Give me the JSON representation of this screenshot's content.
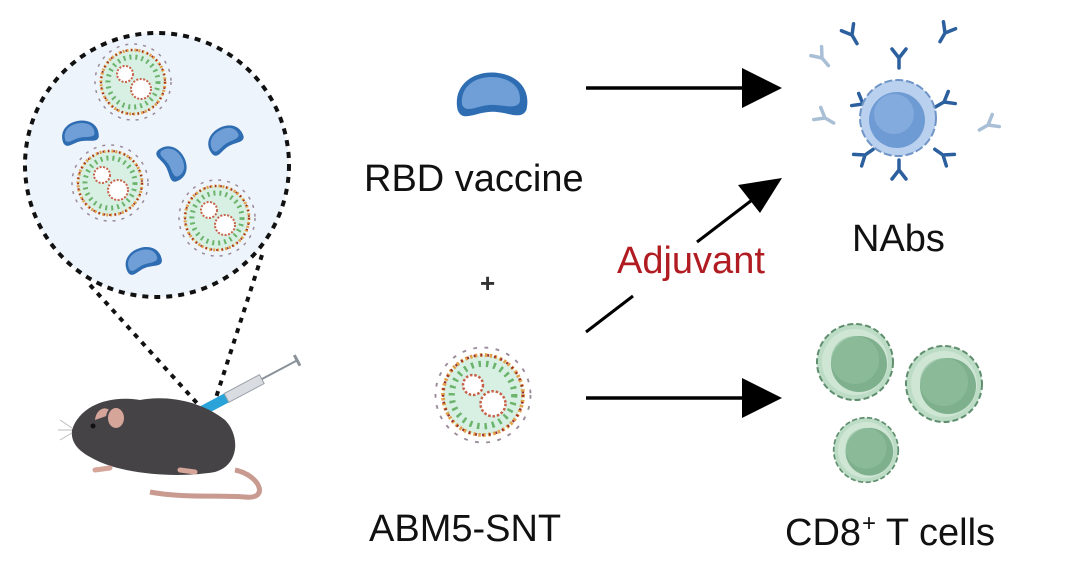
{
  "figure": {
    "components": {
      "vaccine": {
        "label": "RBD vaccine",
        "icon": "rbd-protein-icon"
      },
      "combiner": {
        "label": "+"
      },
      "adjuvant_particle": {
        "label": "ABM5-SNT",
        "icon": "nanoparticle-icon"
      },
      "pathway_label": {
        "label": "Adjuvant",
        "color": "#b01c22"
      },
      "outcome_antibodies": {
        "label": "NAbs",
        "icon": "b-cell-antibodies-icon"
      },
      "outcome_tcells": {
        "label_main": "CD8",
        "label_sup": "+",
        "label_tail": " T cells",
        "icon": "t-cells-icon"
      },
      "subject": {
        "icon": "mouse-icon",
        "injection": "syringe-icon"
      },
      "magnified_view": {
        "icon": "magnifier-circle",
        "contents": [
          "nanoparticle",
          "rbd-protein"
        ]
      }
    },
    "colors": {
      "rbd_fill": "#5b8fcc",
      "rbd_edge": "#2f6db3",
      "tcell": "#8fbf9f",
      "bcell": "#7fa8d8",
      "arrow": "#000000",
      "inset_bg": "#eef4fb"
    }
  }
}
